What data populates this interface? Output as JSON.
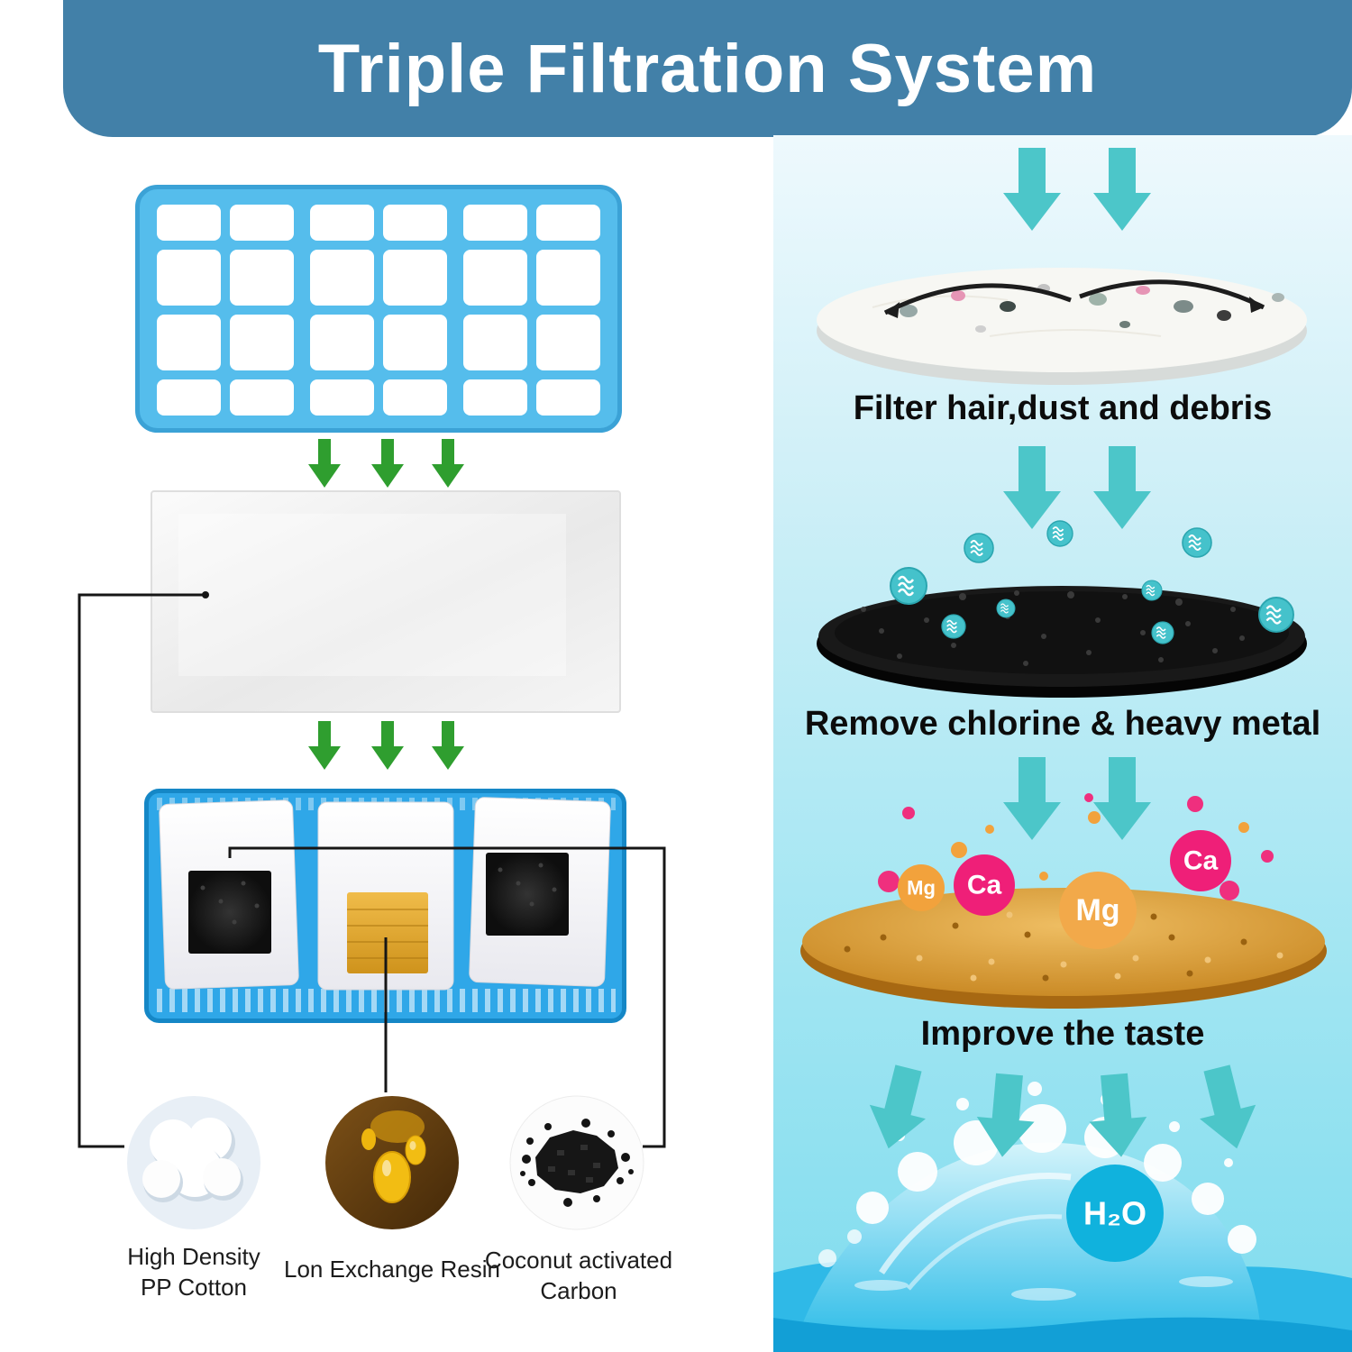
{
  "header": {
    "title": "Triple Filtration System"
  },
  "left_column": {
    "component_labels": {
      "cotton": [
        "High Density",
        "PP Cotton"
      ],
      "resin": [
        "Lon Exchange Resin"
      ],
      "carbon": [
        "Coconut activated",
        "Carbon"
      ]
    }
  },
  "right_column": {
    "captions": [
      "Filter hair,dust and debris",
      "Remove chlorine & heavy metal",
      "Improve the taste"
    ],
    "mineral_badges": [
      "Mg",
      "Ca",
      "Mg",
      "Ca"
    ],
    "water_label": "H₂O"
  },
  "icons": {
    "down_arrow_green": "solid green downward flow arrow",
    "down_arrow_teal": "solid teal block downward arrow",
    "chlorine_molecule": "teal ball with white wave lines",
    "deflect_arrow": "black curved arrow over filter fabric"
  },
  "colors": {
    "header_bg": "#4280a8",
    "grid_tray_blue": "#55bdec",
    "cartridge_tray_blue": "#2fa7e8",
    "arrow_green": "#2f9e2f",
    "arrow_teal": "#4cc6c9",
    "mineral_orange": "#f2a23c",
    "mineral_pink": "#ef1f78",
    "carbon_black": "#161616",
    "resin_sand": "#c8861f",
    "water_cyan": "#10b2dd"
  }
}
